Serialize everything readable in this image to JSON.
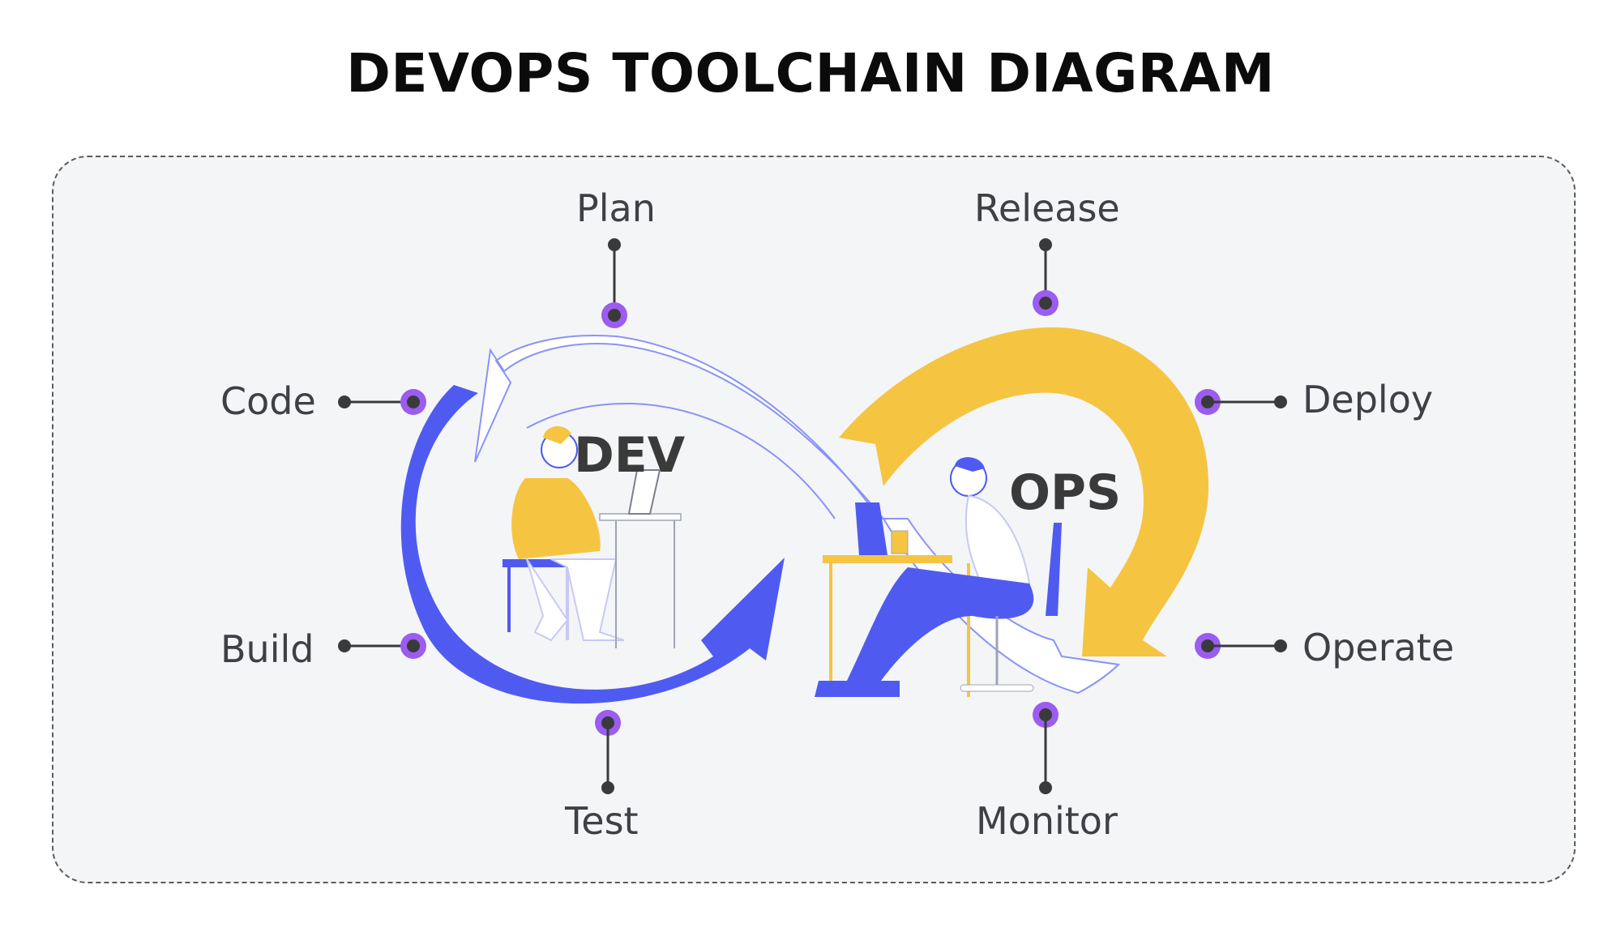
{
  "title": "DEVOPS TOOLCHAIN DIAGRAM",
  "center_labels": {
    "dev": "DEV",
    "ops": "OPS"
  },
  "stages": {
    "plan": "Plan",
    "code": "Code",
    "build": "Build",
    "test": "Test",
    "release": "Release",
    "deploy": "Deploy",
    "operate": "Operate",
    "monitor": "Monitor"
  },
  "colors": {
    "dev_arrow": "#4f5bf0",
    "ops_arrow": "#f5c542",
    "marker": "#9b5cf0",
    "connector": "#3a3a3a"
  },
  "icons": {
    "dev_person": "developer-at-laptop-icon",
    "ops_person": "operator-at-laptop-icon"
  }
}
